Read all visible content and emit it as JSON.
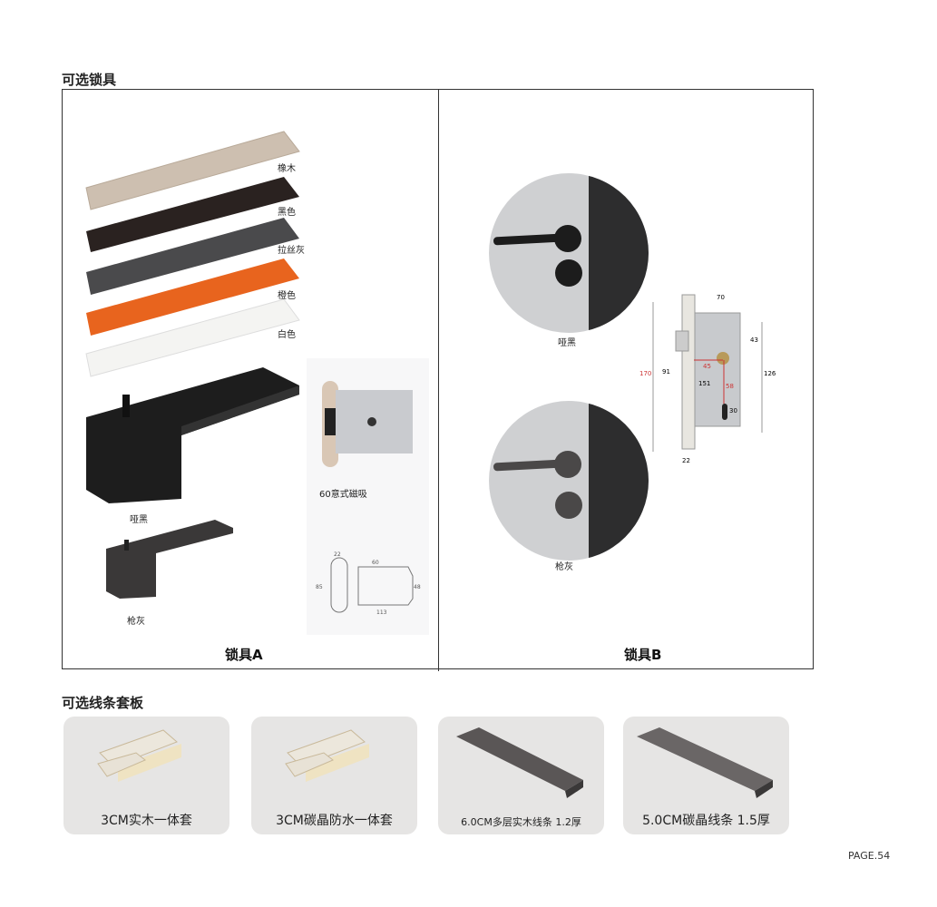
{
  "locks_section": {
    "title": "可选锁具",
    "lock_a": {
      "title": "锁具A",
      "swatches": [
        "橡木",
        "黑色",
        "拉丝灰",
        "橙色",
        "白色"
      ],
      "swatch_colors": [
        "#cdbfb0",
        "#2a2220",
        "#4a4a4c",
        "#e8641e",
        "#f4f4f2"
      ],
      "handle_finishes": [
        "哑黑",
        "枪灰"
      ],
      "magnetic_lock_label": "60意式磁吸",
      "dimensions": [
        "22",
        "60",
        "85",
        "48",
        "113"
      ]
    },
    "lock_b": {
      "title": "锁具B",
      "handle_finishes": [
        "哑黑",
        "枪灰"
      ],
      "dimensions": [
        "70",
        "43",
        "170",
        "91",
        "45",
        "151",
        "58",
        "126",
        "30",
        "22"
      ]
    }
  },
  "trim_section": {
    "title": "可选线条套板",
    "items": [
      "3CM实木一体套",
      "3CM碳晶防水一体套",
      "6.0CM多层实木线条  1.2厚",
      "5.0CM碳晶线条  1.5厚"
    ]
  },
  "page_number": "PAGE.54"
}
